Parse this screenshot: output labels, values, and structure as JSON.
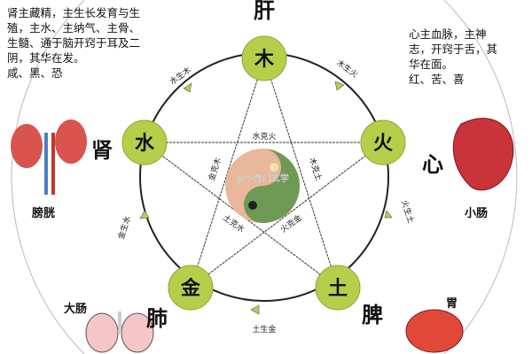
{
  "elements": {
    "wood": "木",
    "fire": "火",
    "earth": "土",
    "metal": "金",
    "water": "水"
  },
  "organs": {
    "liver": "肝",
    "heart": "心",
    "spleen": "脾",
    "lung": "肺",
    "kidney": "肾"
  },
  "fu_organs": {
    "bladder": "膀胱",
    "small_intestine": "小肠",
    "large_intestine": "大肠",
    "stomach": "胃"
  },
  "generating": {
    "water_wood": "水生木",
    "wood_fire": "木生火",
    "fire_earth": "火生土",
    "earth_metal": "土生金",
    "metal_water": "金生水"
  },
  "controlling": {
    "water_fire": "水克火",
    "metal_wood": "金克木",
    "wood_earth": "木克土",
    "earth_water": "土克水",
    "fire_metal": "火克金"
  },
  "kidney_text": [
    "肾主藏精，主生长发育与生",
    "殖，主水、主纳气、主骨、",
    "生髓、通于脑开窍于耳及二",
    "阴，其华在发。",
    "咸、黑、恐"
  ],
  "heart_text": [
    "心主血脉，主神",
    "志，开窍于舌，其",
    "华在面。",
    "红、苦、喜"
  ],
  "watermark": "@小奇门玄学",
  "colors": {
    "node": "#b5cf4a",
    "yin": "#e9b79a",
    "yang": "#6f9a55"
  }
}
